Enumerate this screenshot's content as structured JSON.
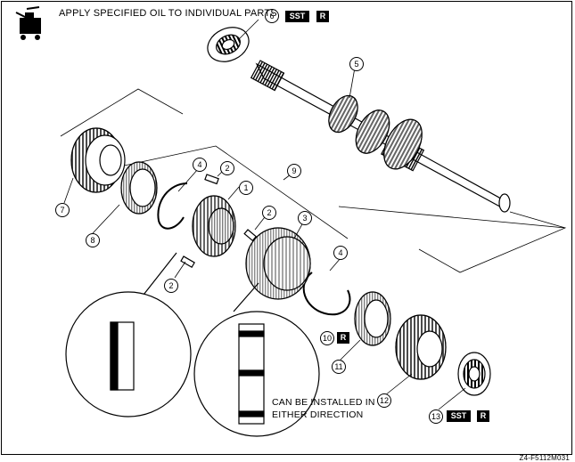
{
  "note": {
    "oil": "APPLY SPECIFIED OIL TO INDIVIDUAL PARTS",
    "oil_icon_label": "OIL",
    "install": [
      "CAN BE INSTALLED IN",
      "EITHER DIRECTION"
    ],
    "figure_code": "Z4-F5112M031"
  },
  "tags": {
    "sst": "SST",
    "r": "R"
  },
  "callouts": [
    "1",
    "2",
    "3",
    "4",
    "5",
    "6",
    "7",
    "8",
    "9",
    "10",
    "11",
    "12",
    "13"
  ]
}
